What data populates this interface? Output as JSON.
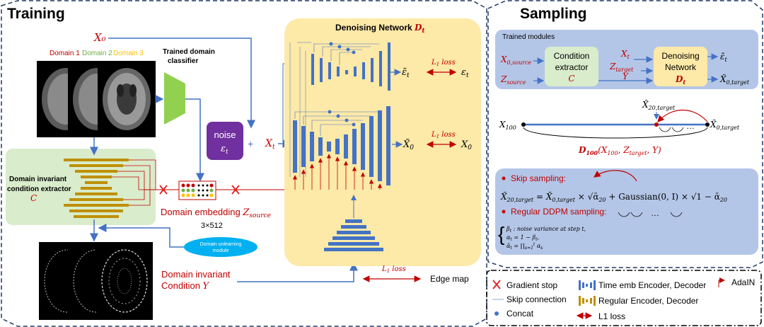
{
  "training": {
    "title": "Training",
    "x0": "X₀",
    "domains": [
      "Domain 1",
      "Domain 2",
      "Domain 3"
    ],
    "domain_colors": [
      "#c00000",
      "#70ad47",
      "#ffc000"
    ],
    "classifier_label_1": "Trained domain",
    "classifier_label_2": "classifier",
    "cond_extractor_1": "Domain invariant",
    "cond_extractor_2": "condition extractor",
    "cond_extractor_symbol": "C",
    "noise_label": "noise",
    "noise_symbol": "εt",
    "xt": "Xt",
    "embedding_label": "Domain embedding Zsource",
    "embedding_size": "3×512",
    "unlearning_1": "Domain unlearning",
    "unlearning_2": "module",
    "condition_1": "Domain invariant",
    "condition_2": "Condition Y",
    "denoising_title": "Denoising Network Dt",
    "l1_loss": "L1 loss",
    "eps_tilde": "ε̃t",
    "eps": "εt",
    "x0_tilde": "X̃₀",
    "x0_out": "X₀",
    "edge_map": "Edge map"
  },
  "sampling": {
    "title": "Sampling",
    "trained_modules": "Trained modules",
    "x0_source": "X0,source",
    "z_source": "Zsource",
    "cond_1": "Condition",
    "cond_2": "extractor",
    "cond_sym": "C",
    "xt": "Xt",
    "z_target": "Ztarget",
    "y": "Y",
    "den_1": "Denoising",
    "den_2": "Network",
    "den_sym": "Dt",
    "eps_tilde": "ε̃t",
    "x0_target_out": "X̃0,target",
    "x20_target": "X̃20,target",
    "x100": "X100",
    "x0_target": "X̃0,target",
    "dots": "…",
    "d100": "D100(X100, Ztarget, Y)",
    "skip_label": "Skip sampling:",
    "skip_eq": "X̃20,target = X̃0,target × √ᾱ20 + Gaussian(0, I) × √1 − ᾱ20",
    "regular_label": "Regular DDPM sampling:",
    "note_1": "βt : noise variance at step t,",
    "note_2": "αt = 1 − βt,",
    "note_3": "ᾱt = ∏s=1..t αs"
  },
  "legend": {
    "gradient_stop": "Gradient stop",
    "skip_connection": "Skip connection",
    "concat": "Concat",
    "time_emb": "Time emb Encoder, Decoder",
    "regular_enc": "Regular Encoder, Decoder",
    "adain": "AdaIN",
    "l1": "L1 loss"
  },
  "colors": {
    "accent_red": "#c00000",
    "net_blue": "#4472c4",
    "panel_yellow": "#fde9a8",
    "panel_green": "#d9eccb",
    "sampling_panel": "#b4c6e7",
    "noise_purple": "#7030a0",
    "classifier_green": "#92d050",
    "enc_gold": "#bf9000"
  }
}
